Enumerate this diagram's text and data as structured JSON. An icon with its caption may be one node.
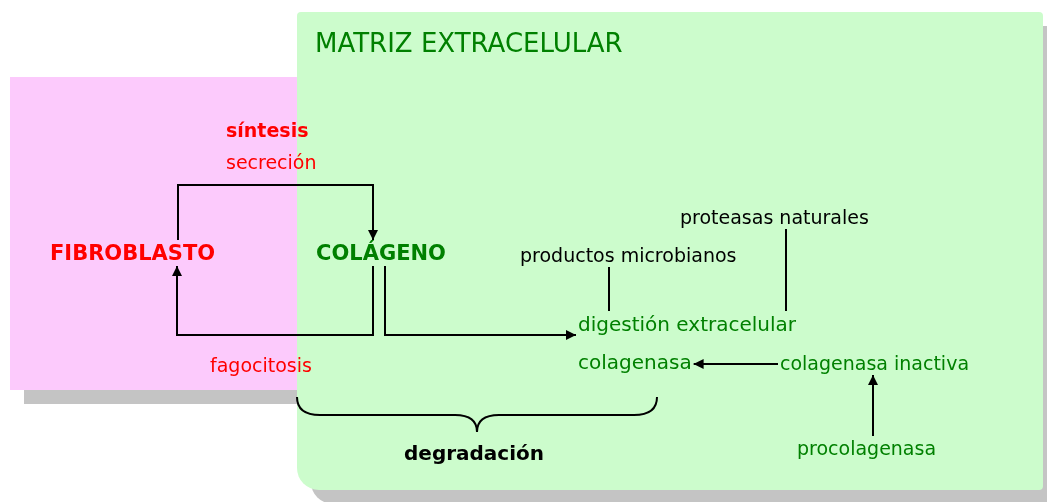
{
  "diagram": {
    "nodes": [
      {
        "text": [],
        "shape": "box"
      },
      {
        "text": [
          "MATRIZ EXTRACELULAR"
        ]
      },
      {
        "text": [
          "proteasas naturales"
        ],
        "in": 1
      },
      {
        "text": [
          "FIBROBLASTO"
        ],
        "in": 0
      },
      {
        "text": [
          "COLÁGENO"
        ],
        "in": 1
      },
      {
        "text": [
          "productos microbianos"
        ],
        "in": 1
      },
      {
        "text": [
          "digestión extracelular"
        ],
        "in": 1
      },
      {
        "text": [
          "colagenasa"
        ],
        "in": 1
      },
      {
        "text": [
          "colagenasa inactiva"
        ],
        "in": 1
      },
      {
        "text": [
          "procolagenasa"
        ],
        "in": 1
      }
    ],
    "edges": [
      {
        "from": 3,
        "to": 4,
        "arrow": "to",
        "label": "**síntesis** secreción"
      },
      {
        "from": 4,
        "to": 3,
        "arrow": "to",
        "label": "fagocitosis"
      },
      {
        "from": 4,
        "to": 6,
        "arrow": "to"
      },
      {
        "from": 5,
        "to": 6,
        "arrow": "none"
      },
      {
        "from": 2,
        "to": 6,
        "arrow": "none"
      },
      {
        "from": 8,
        "to": 7,
        "arrow": "to"
      },
      {
        "from": 9,
        "to": 8,
        "arrow": "to"
      }
    ],
    "labels": [
      "degradación"
    ]
  }
}
